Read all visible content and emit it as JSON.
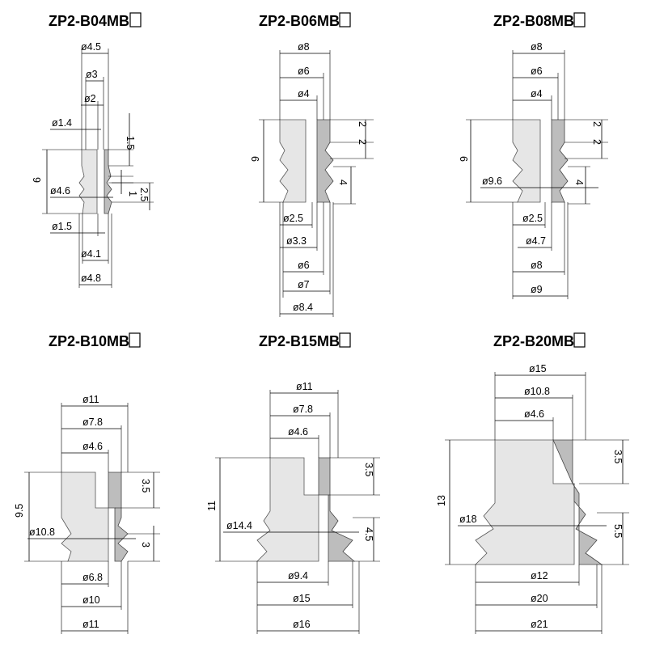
{
  "colors": {
    "body": "#e6e6e6",
    "section": "#bdbdbd",
    "line": "#000000"
  },
  "panels": [
    {
      "title": "ZP2-B04MB",
      "top": [
        "ø4.5",
        "ø3",
        "ø2",
        "ø1.4"
      ],
      "side_left": [
        "6",
        "ø4.6"
      ],
      "side_right": [
        "1.5",
        "1",
        "2.5"
      ],
      "bottom": [
        "ø1.5",
        "ø4.1",
        "ø4.8"
      ]
    },
    {
      "title": "ZP2-B06MB",
      "top": [
        "ø8",
        "ø6",
        "ø4"
      ],
      "side_left": [
        "9"
      ],
      "side_right": [
        "2",
        "2",
        "4"
      ],
      "bottom": [
        "ø2.5",
        "ø3.3",
        "ø6",
        "ø7",
        "ø8.4"
      ]
    },
    {
      "title": "ZP2-B08MB",
      "top": [
        "ø8",
        "ø6",
        "ø4"
      ],
      "side_left": [
        "9",
        "ø9.6"
      ],
      "side_right": [
        "2",
        "2",
        "4"
      ],
      "bottom": [
        "ø2.5",
        "ø4.7",
        "ø8",
        "ø9"
      ]
    },
    {
      "title": "ZP2-B10MB",
      "top": [
        "ø11",
        "ø7.8",
        "ø4.6"
      ],
      "side_left": [
        "9.5",
        "ø10.8"
      ],
      "side_right": [
        "3.5",
        "3"
      ],
      "bottom": [
        "ø6.8",
        "ø10",
        "ø11"
      ]
    },
    {
      "title": "ZP2-B15MB",
      "top": [
        "ø11",
        "ø7.8",
        "ø4.6"
      ],
      "side_left": [
        "11",
        "ø14.4"
      ],
      "side_right": [
        "3.5",
        "4.5"
      ],
      "bottom": [
        "ø9.4",
        "ø15",
        "ø16"
      ]
    },
    {
      "title": "ZP2-B20MB",
      "top": [
        "ø15",
        "ø10.8",
        "ø4.6"
      ],
      "side_left": [
        "13",
        "ø18"
      ],
      "side_right": [
        "3.5",
        "5.5"
      ],
      "bottom": [
        "ø12",
        "ø20",
        "ø21"
      ]
    }
  ]
}
